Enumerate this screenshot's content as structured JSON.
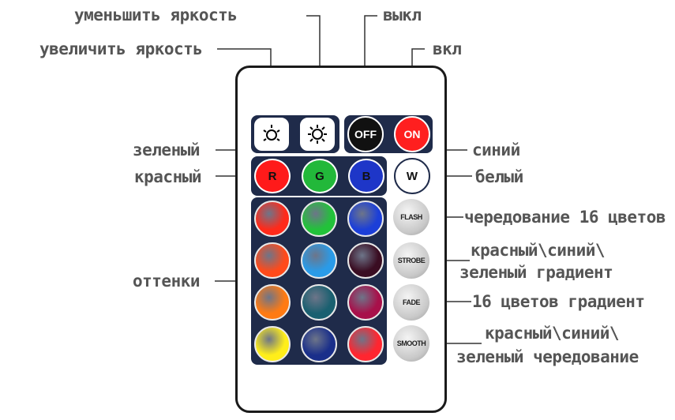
{
  "labels": {
    "decrease_brightness": "уменьшить яркость",
    "increase_brightness": "увеличить яркость",
    "off": "выкл",
    "on": "вкл",
    "green": "зеленый",
    "red": "красный",
    "blue": "синий",
    "white": "белый",
    "flash": "чередование 16 цветов",
    "strobe_line1": "красный\\синий\\",
    "strobe_line2": "зеленый градиент",
    "fade": "16 цветов градиент",
    "smooth_line1": "красный\\синий\\",
    "smooth_line2": "зеленый  чередование",
    "shades": "оттенки"
  },
  "remote": {
    "off_label": "OFF",
    "on_label": "ON",
    "r_label": "R",
    "g_label": "G",
    "b_label": "B",
    "w_label": "W",
    "flash_label": "FLASH",
    "strobe_label": "STROBE",
    "fade_label": "FADE",
    "smooth_label": "SMOOTH",
    "shade_colors": [
      [
        "#ff2a1a",
        "#22c23a",
        "#1c3fd8"
      ],
      [
        "#ff4a1a",
        "#2a9be8",
        "#3a0d22"
      ],
      [
        "#ff7a12",
        "#1a6070",
        "#a8104a"
      ],
      [
        "#ffee1a",
        "#1a2f8a",
        "#ff2630"
      ]
    ],
    "colors": {
      "panel": "#1f2b4a",
      "off": "#111111",
      "on": "#ff1f1f",
      "red": "#ff1a1a",
      "green": "#22b83a",
      "blue": "#1e36c8",
      "white": "#ffffff"
    }
  }
}
